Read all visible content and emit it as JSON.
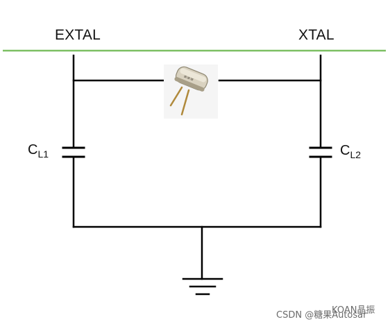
{
  "labels": {
    "extal": "EXTAL",
    "xtal": "XTAL",
    "cap_left_main": "C",
    "cap_left_sub": "L1",
    "cap_right_main": "C",
    "cap_right_sub": "L2"
  },
  "watermark": {
    "left": "CSDN @糖果Autosar",
    "right": "KOAN晶振"
  },
  "colors": {
    "rail": "#7cbf62",
    "wire": "#000000"
  }
}
